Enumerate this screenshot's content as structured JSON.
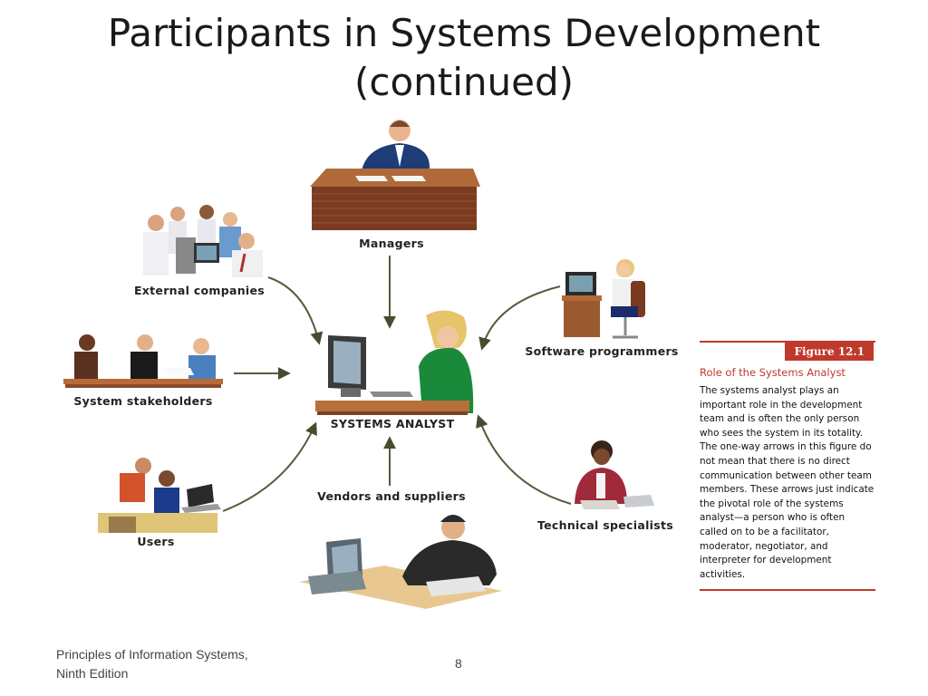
{
  "slide": {
    "title": "Participants in Systems Development (continued)",
    "footer": "Principles of Information Systems, Ninth Edition",
    "page_number": "8"
  },
  "diagram": {
    "center": "SYSTEMS ANALYST",
    "nodes": {
      "managers": "Managers",
      "external_companies": "External companies",
      "system_stakeholders": "System stakeholders",
      "users": "Users",
      "vendors": "Vendors and suppliers",
      "software_programmers": "Software programmers",
      "technical_specialists": "Technical specialists"
    }
  },
  "caption": {
    "figure": "Figure 12.1",
    "title": "Role of the Systems Analyst",
    "body": "The systems analyst plays an important role in the development team and is often the only person who sees the system in its totality. The one-way arrows in this figure do not mean that there is no direct communication between other team members. These arrows just indicate the pivotal role of the systems analyst—a person who is often called on to be a facilitator, moderator, negotiator, and interpreter for development activities."
  },
  "colors": {
    "accent": "#c0392b",
    "arrow": "#5a5a3c"
  }
}
